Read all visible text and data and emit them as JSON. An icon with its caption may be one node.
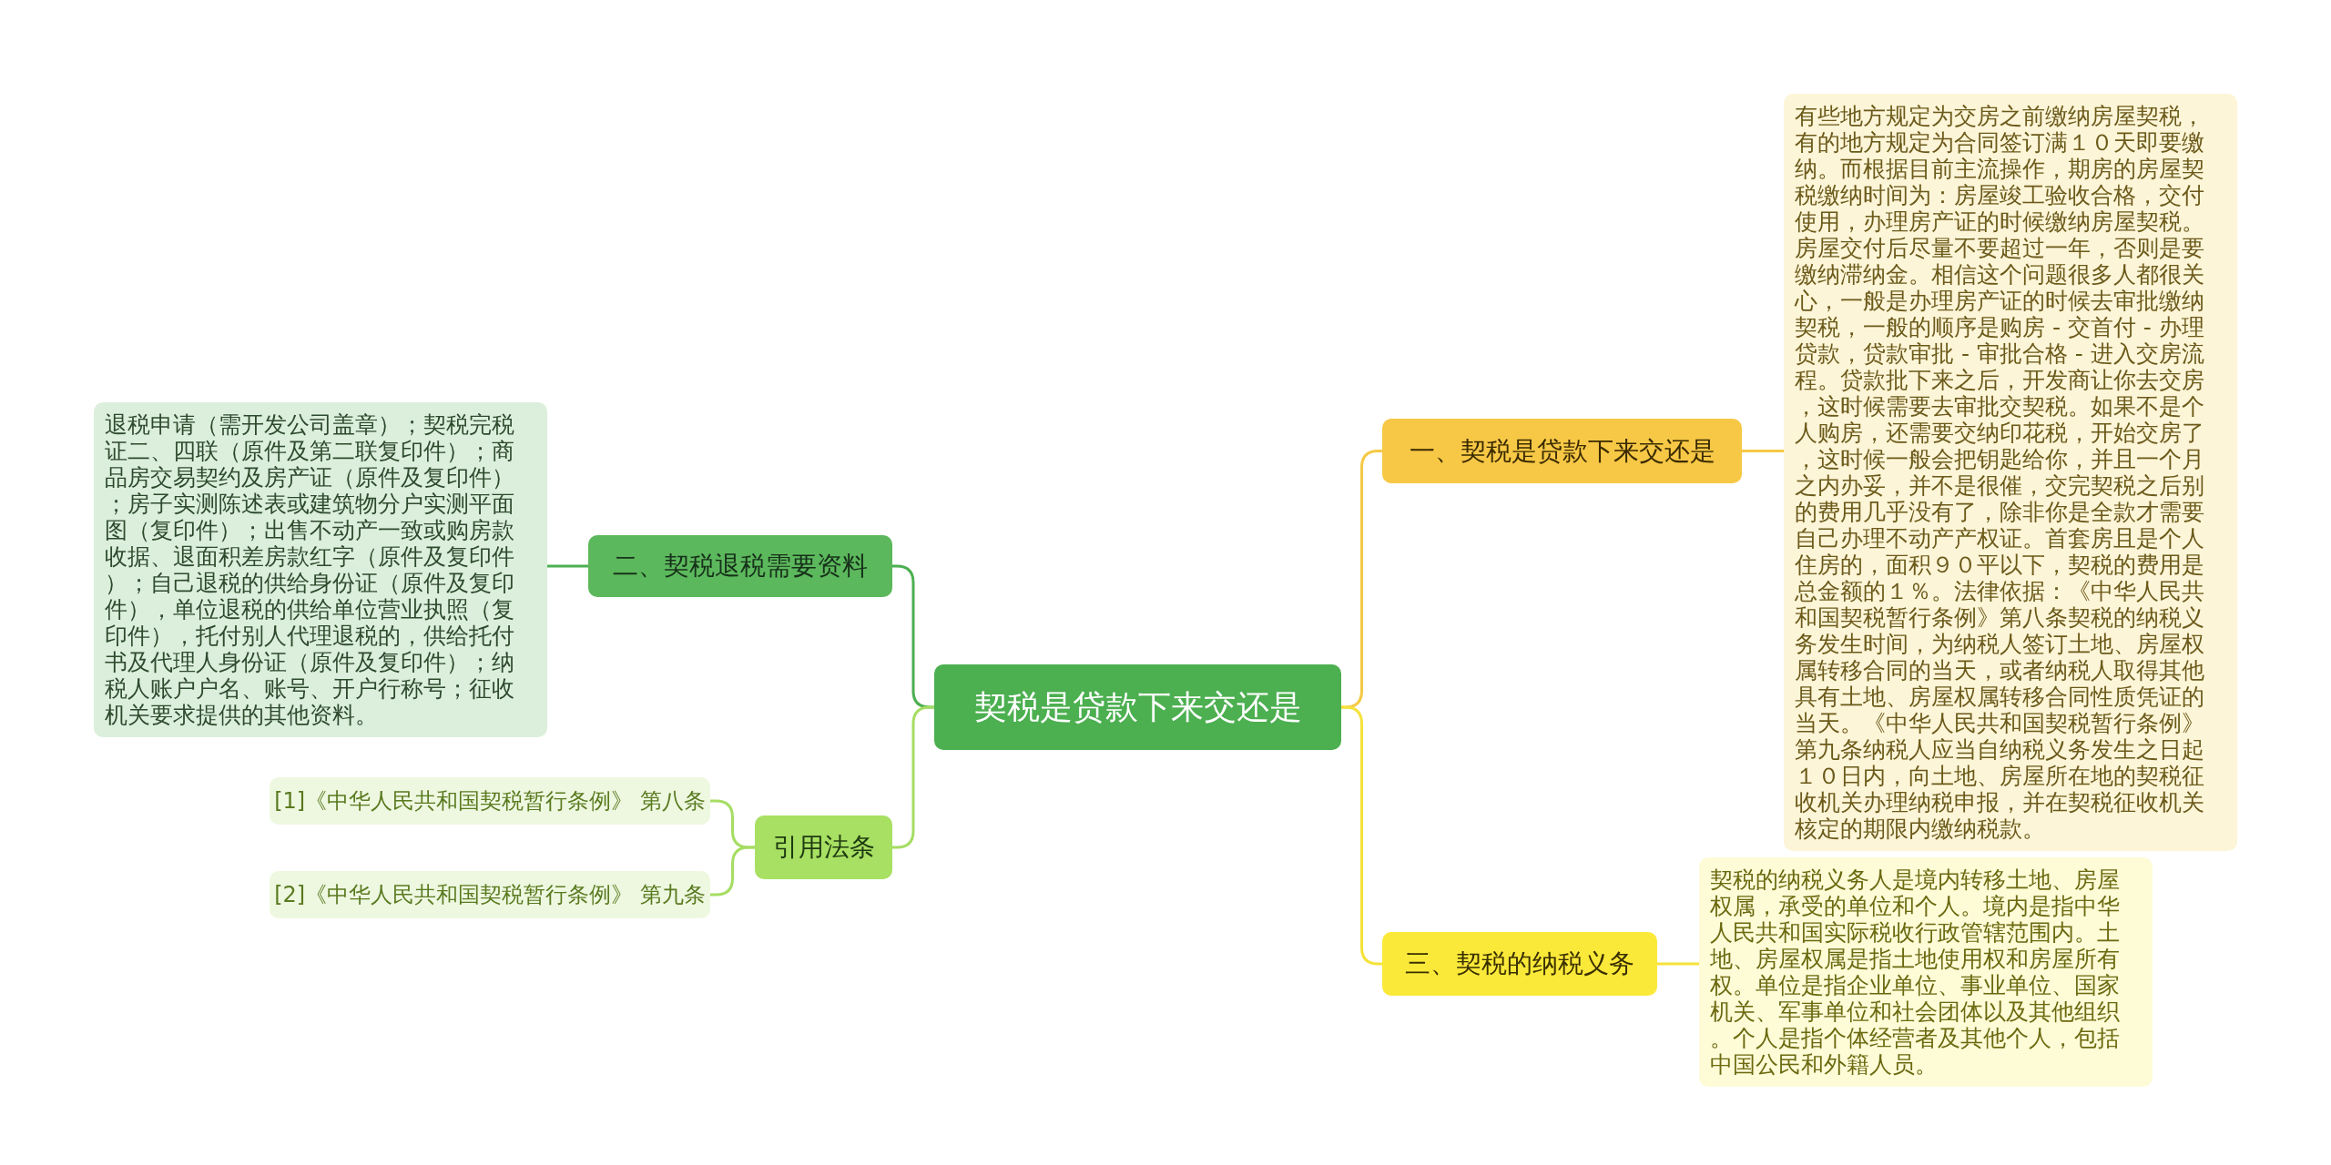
{
  "diagram": {
    "nodes": [
      {
        "text": [
          "契税是贷款下来交还是"
        ]
      },
      {
        "text": [
          "一、契税是贷款下来交还是"
        ]
      },
      {
        "text": [
          "有些地方规定为交房之前缴纳房屋契税，有的地方规定为合同签订满１０天即要缴纳。而根据目前主流操作，期房的房屋契税缴纳时间为：房屋竣工验收合格，交付使用，办理房产证的时候缴纳房屋契税。房屋交付后尽量不要超过一年，否则是要缴纳滞纳金。相信这个问题很多人都很关心，一般是办理房产证的时候去审批缴纳契税，一般的顺序是购房 - 交首付 - 办理贷款，贷款审批 - 审批合格 - 进入交房流程。贷款批下来之后，开发商让你去交房，这时候需要去审批交契税。如果不是个人购房，还需要交纳印花税，开始交房了，这时候一般会把钥匙给你，并且一个月之内办妥，并不是很催，交完契税之后别的费用几乎没有了，除非你是全款才需要自己办理不动产产权证。首套房且是个人住房的，面积９０平以下，契税的费用是总金额的１％。法律依据：《中华人民共和国契税暂行条例》第八条契税的纳税义务发生时间，为纳税人签订土地、房屋权属转移合同的当天，或者纳税人取得其他具有土地、房屋权属转移合同性质凭证的当天。《中华人民共和国契税暂行条例》第九条纳税人应当自纳税义务发生之日起１０日内，向土地、房屋所在地的契税征收机关办理纳税申报，并在契税征收机关核定的期限内缴纳税款。"
        ]
      },
      {
        "text": [
          "三、契税的纳税义务"
        ]
      },
      {
        "text": [
          "契税的纳税义务人是境内转移土地、房屋权属，承受的单位和个人。境内是指中华人民共和国实际税收行政管辖范围内。土地、房屋权属是指土地使用权和房屋所有权。单位是指企业单位、事业单位、国家机关、军事单位和社会团体以及其他组织。个人是指个体经营者及其他个人，包括中国公民和外籍人员。"
        ]
      },
      {
        "text": [
          "二、契税退税需要资料"
        ]
      },
      {
        "text": [
          "退税申请（需开发公司盖章）；契税完税证二、四联（原件及第二联复印件）；商品房交易契约及房产证（原件及复印件）；房子实测陈述表或建筑物分户实测平面图（复印件）；出售不动产一致或购房款收据、退面积差房款红字（原件及复印件）；自己退税的供给身份证（原件及复印件），单位退税的供给单位营业执照（复印件），托付别人代理退税的，供给托付书及代理人身份证（原件及复印件）；纳税人账户户名、账号、开户行称号；征收机关要求提供的其他资料。"
        ]
      },
      {
        "text": [
          "引用法条"
        ]
      },
      {
        "text": [
          "[1]《中华人民共和国契税暂行条例》 第八条"
        ]
      },
      {
        "text": [
          "[2]《中华人民共和国契税暂行条例》 第九条"
        ]
      }
    ],
    "edges": [
      {
        "from": 0,
        "to": 1,
        "arrow": "none",
        "color": "#f5c945"
      },
      {
        "from": 1,
        "to": 2,
        "arrow": "none",
        "color": "#f5c945"
      },
      {
        "from": 0,
        "to": 3,
        "arrow": "none",
        "color": "#f5e23a"
      },
      {
        "from": 3,
        "to": 4,
        "arrow": "none",
        "color": "#f5e23a"
      },
      {
        "from": 0,
        "to": 5,
        "arrow": "none",
        "color": "#4caf50"
      },
      {
        "from": 5,
        "to": 6,
        "arrow": "none",
        "color": "#4caf50"
      },
      {
        "from": 0,
        "to": 7,
        "arrow": "none",
        "color": "#a5dd63"
      },
      {
        "from": 7,
        "to": 8,
        "arrow": "none",
        "color": "#a5dd63"
      },
      {
        "from": 7,
        "to": 9,
        "arrow": "none",
        "color": "#a5dd63"
      }
    ]
  }
}
